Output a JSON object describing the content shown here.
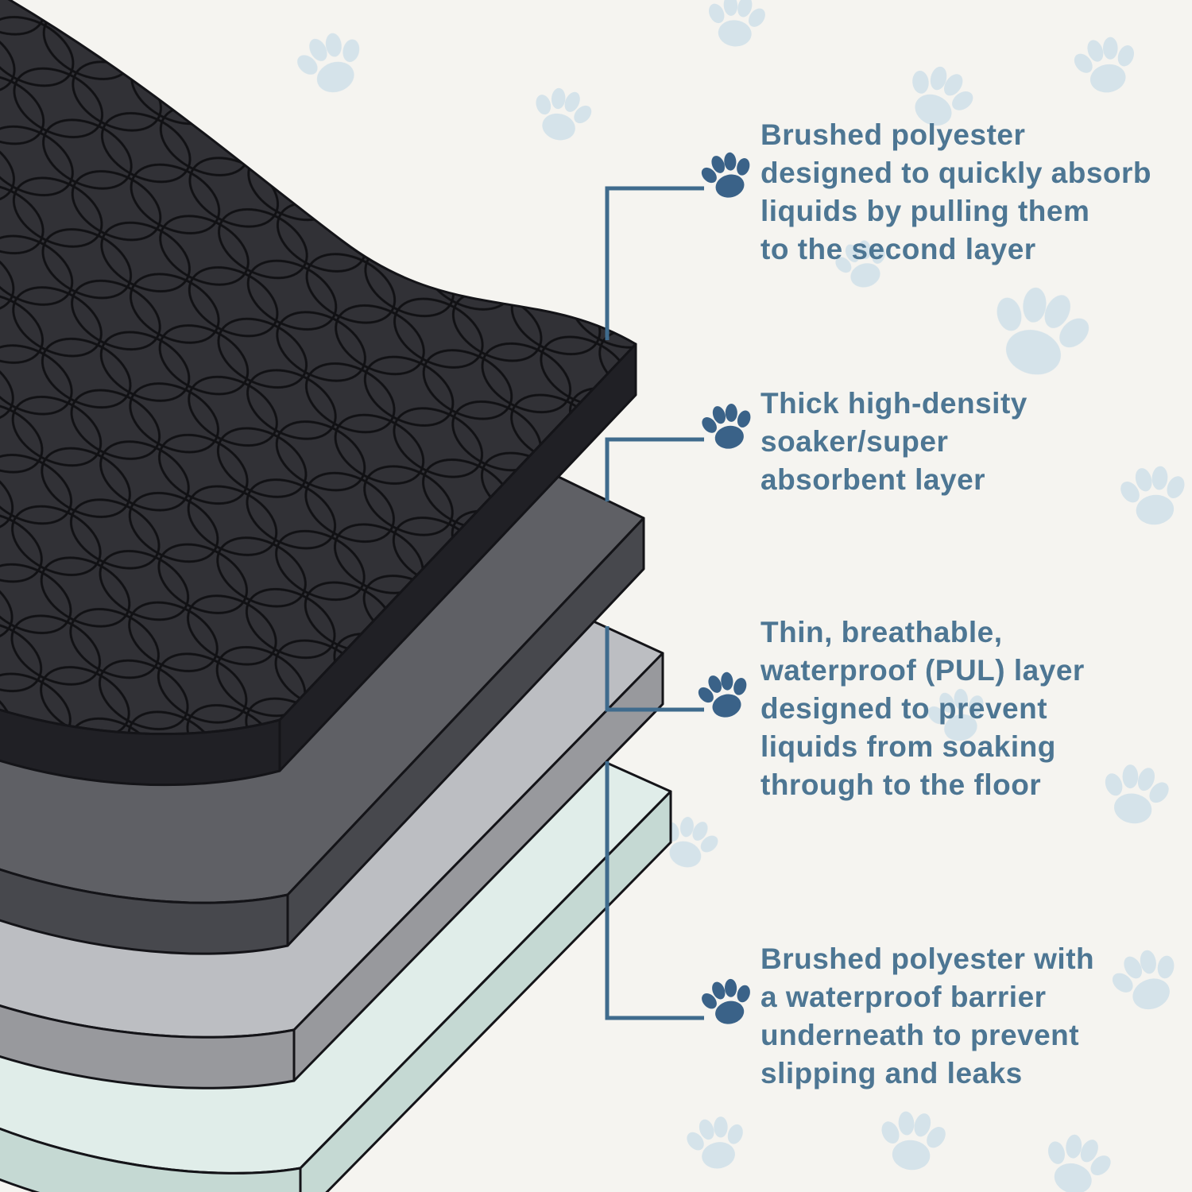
{
  "layers": [
    {
      "name": "top-absorbent-layer",
      "text": "Brushed polyester\ndesigned to quickly absorb\nliquids by pulling them\nto the second layer",
      "top_color": "#313136",
      "side_color": "#202025"
    },
    {
      "name": "soaker-layer",
      "text": "Thick high-density\nsoaker/super\nabsorbent layer",
      "top_color": "#5f6065",
      "side_color": "#47484d"
    },
    {
      "name": "waterproof-pul-layer",
      "text": "Thin, breathable,\nwaterproof (PUL) layer\ndesigned to prevent\nliquids from soaking\nthrough to the floor",
      "top_color": "#bcbec2",
      "side_color": "#98999d"
    },
    {
      "name": "bottom-anti-slip-layer",
      "text": "Brushed polyester with\na waterproof barrier\nunderneath to prevent\nslipping and leaks",
      "top_color": "#e0ede9",
      "side_color": "#c5d9d3"
    }
  ],
  "colors": {
    "background": "#f5f4f0",
    "text": "#4d7693",
    "connector": "#3f6b8d",
    "paw": "#3a6288",
    "paw_watermark": "#cedfe9",
    "outline": "#141418",
    "quilt_stitch": "#111114"
  },
  "icons": {
    "annotation_marker": "paw-icon",
    "background_watermark": "paw-print-icon"
  }
}
